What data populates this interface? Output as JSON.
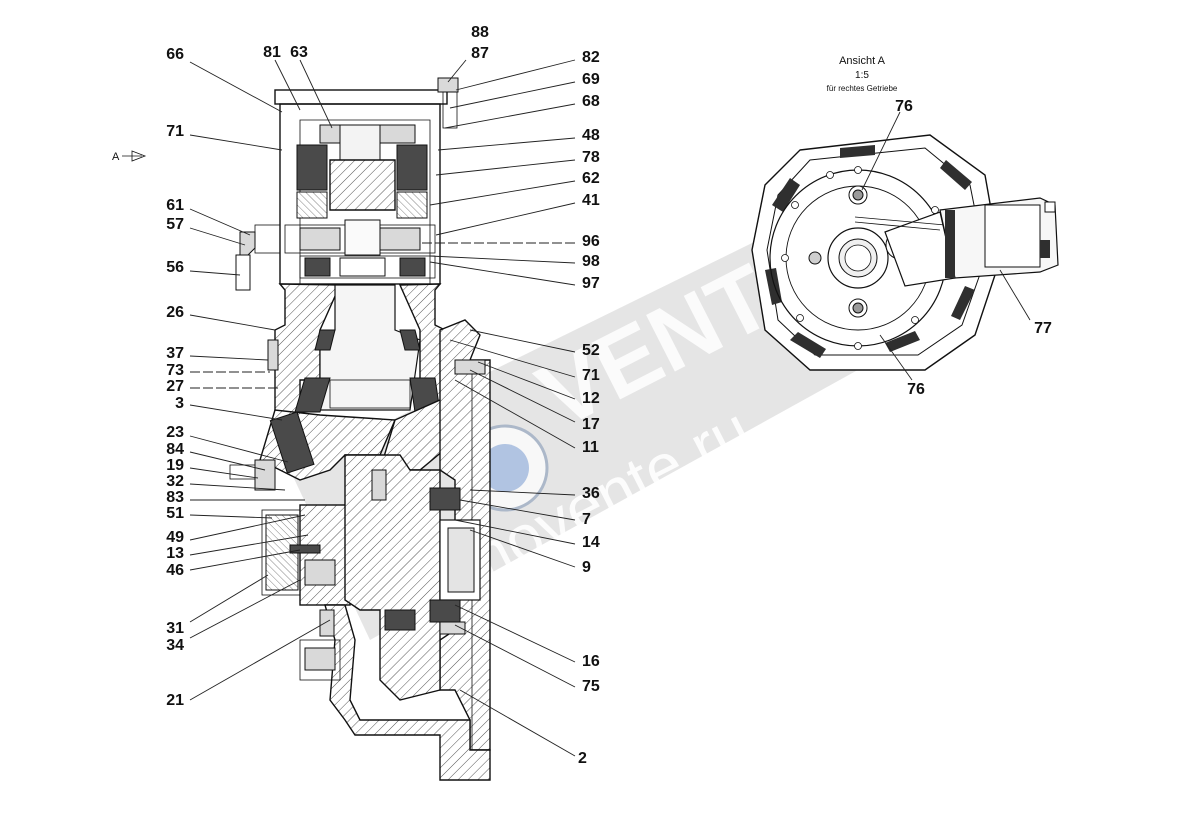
{
  "view_marker": {
    "label": "A"
  },
  "view_a": {
    "title": "Ansicht A",
    "scale": "1:5",
    "note": "für rechtes Getriebe"
  },
  "watermark": {
    "brand": "VENTE",
    "url": "movente.ru"
  },
  "callouts_left": [
    {
      "id": "66",
      "label": "66"
    },
    {
      "id": "71a",
      "label": "71"
    },
    {
      "id": "61",
      "label": "61"
    },
    {
      "id": "57",
      "label": "57"
    },
    {
      "id": "56",
      "label": "56"
    },
    {
      "id": "26",
      "label": "26"
    },
    {
      "id": "37",
      "label": "37"
    },
    {
      "id": "73",
      "label": "73"
    },
    {
      "id": "27",
      "label": "27"
    },
    {
      "id": "3",
      "label": "3"
    },
    {
      "id": "23",
      "label": "23"
    },
    {
      "id": "84",
      "label": "84"
    },
    {
      "id": "19",
      "label": "19"
    },
    {
      "id": "32",
      "label": "32"
    },
    {
      "id": "83",
      "label": "83"
    },
    {
      "id": "51",
      "label": "51"
    },
    {
      "id": "49",
      "label": "49"
    },
    {
      "id": "13",
      "label": "13"
    },
    {
      "id": "46",
      "label": "46"
    },
    {
      "id": "31",
      "label": "31"
    },
    {
      "id": "34",
      "label": "34"
    },
    {
      "id": "21",
      "label": "21"
    }
  ],
  "callouts_top": [
    {
      "id": "81",
      "label": "81"
    },
    {
      "id": "63",
      "label": "63"
    },
    {
      "id": "88",
      "label": "88"
    },
    {
      "id": "87",
      "label": "87"
    }
  ],
  "callouts_right": [
    {
      "id": "82",
      "label": "82"
    },
    {
      "id": "69",
      "label": "69"
    },
    {
      "id": "68",
      "label": "68"
    },
    {
      "id": "48",
      "label": "48"
    },
    {
      "id": "78",
      "label": "78"
    },
    {
      "id": "62",
      "label": "62"
    },
    {
      "id": "41",
      "label": "41"
    },
    {
      "id": "96",
      "label": "96"
    },
    {
      "id": "98",
      "label": "98"
    },
    {
      "id": "97",
      "label": "97"
    },
    {
      "id": "52",
      "label": "52"
    },
    {
      "id": "71b",
      "label": "71"
    },
    {
      "id": "12",
      "label": "12"
    },
    {
      "id": "17",
      "label": "17"
    },
    {
      "id": "11",
      "label": "11"
    },
    {
      "id": "36",
      "label": "36"
    },
    {
      "id": "7",
      "label": "7"
    },
    {
      "id": "14",
      "label": "14"
    },
    {
      "id": "9",
      "label": "9"
    },
    {
      "id": "16",
      "label": "16"
    },
    {
      "id": "75",
      "label": "75"
    },
    {
      "id": "2",
      "label": "2"
    }
  ],
  "callouts_view_a": [
    {
      "id": "76a",
      "label": "76"
    },
    {
      "id": "77",
      "label": "77"
    },
    {
      "id": "76b",
      "label": "76"
    }
  ]
}
